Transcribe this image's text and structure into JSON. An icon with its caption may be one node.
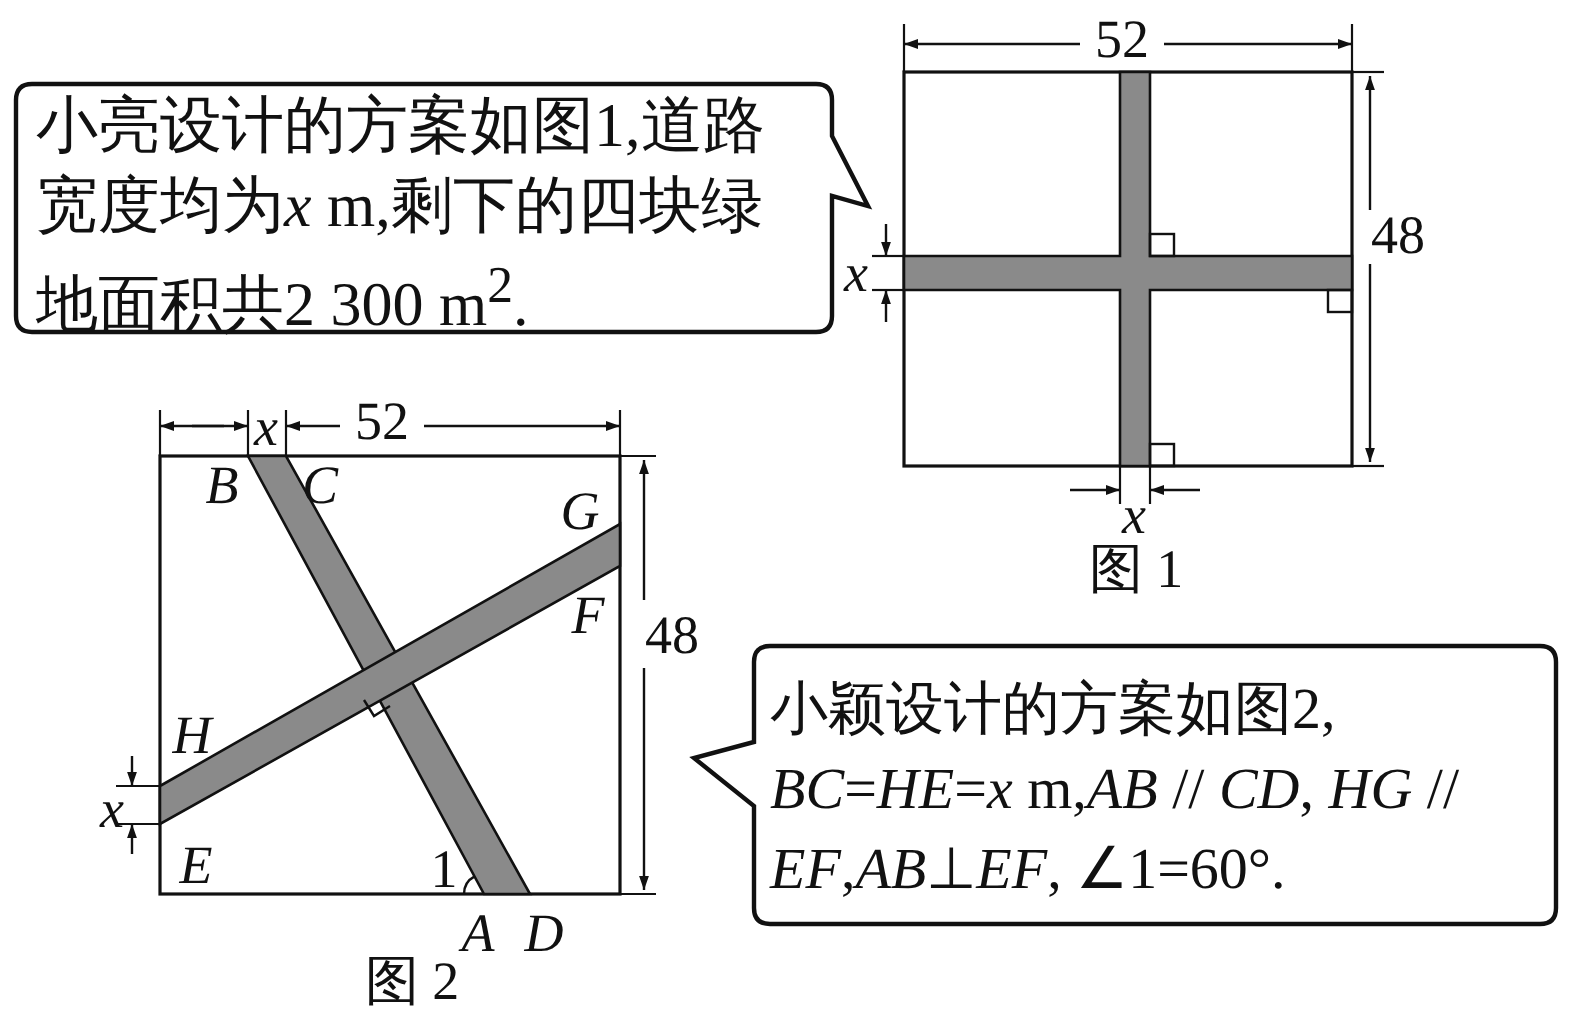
{
  "diagram": {
    "nodes": [
      {
        "text": [
          "小亮设计的方案如图1,道路宽度均为x m,剩下的四块绿地面积共2 300 m$^{2}$."
        ]
      },
      {
        "text": [
          "小颖设计的方案如图2, *BC*=*HE*=*x* m,*AB* // *CD*, *HG* // *EF*,*AB*⊥*EF*, ∠1=60°."
        ]
      }
    ],
    "labels": [
      "52",
      "48",
      "x",
      "x",
      "图 1",
      "x",
      "52",
      "B",
      "C",
      "G",
      "F",
      "48",
      "H",
      "x",
      "E",
      "1",
      "A",
      "D",
      "图 2"
    ]
  }
}
